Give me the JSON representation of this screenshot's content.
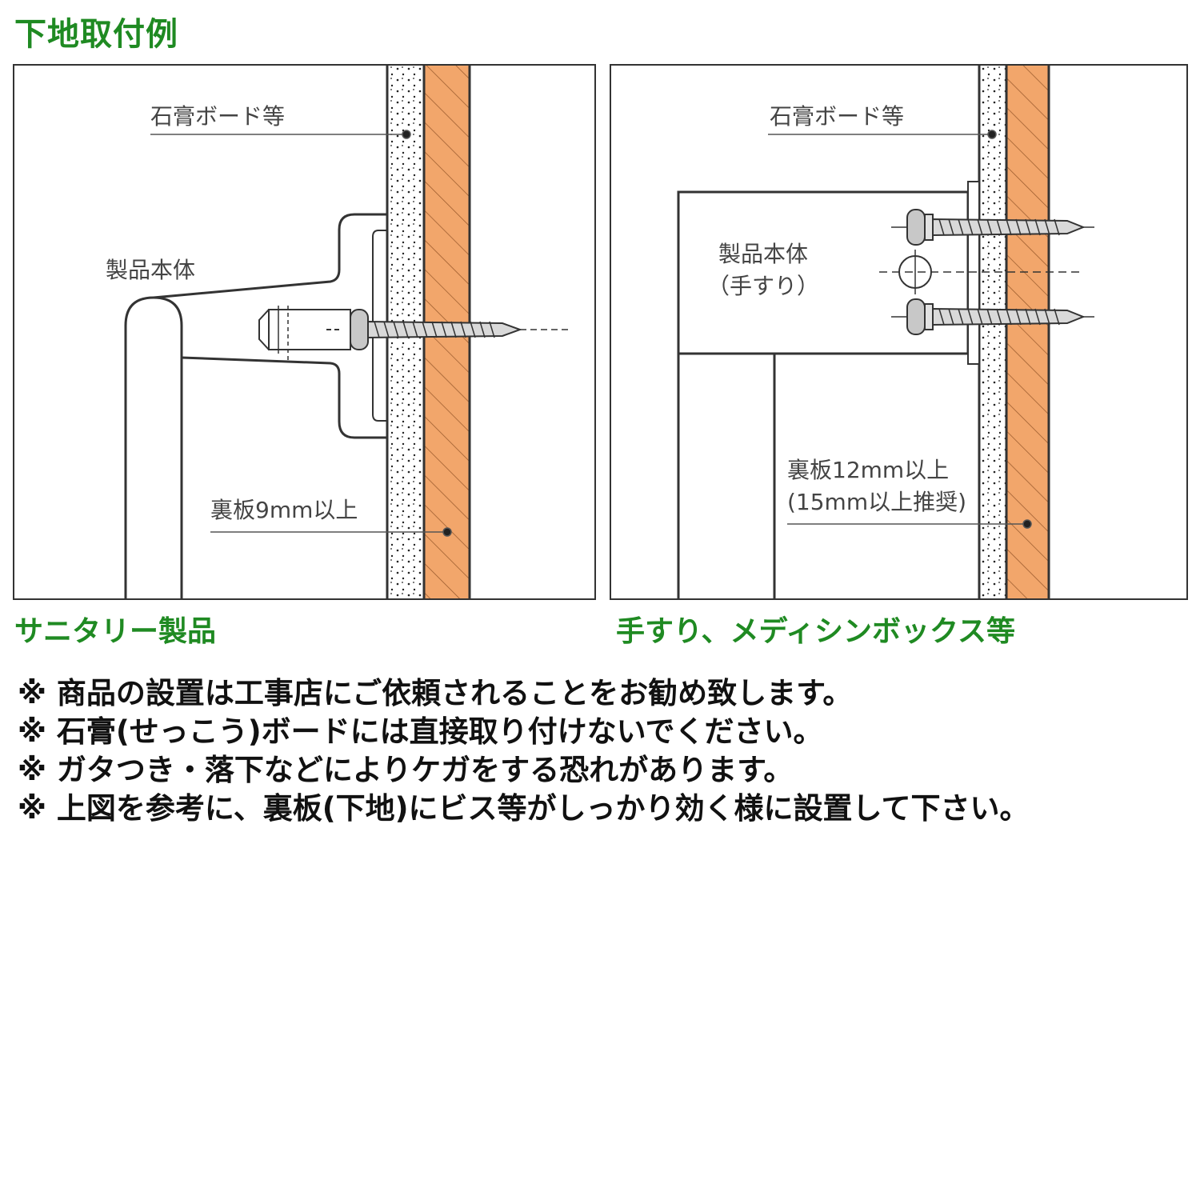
{
  "page_title": "下地取付例",
  "left_panel": {
    "gypsum_label": "石膏ボード等",
    "product_label": "製品本体",
    "backing_label": "裏板9mm以上",
    "caption": "サニタリー製品"
  },
  "right_panel": {
    "gypsum_label": "石膏ボード等",
    "product_label_1": "製品本体",
    "product_label_2": "（手すり）",
    "backing_label_1": "裏板12mm以上",
    "backing_label_2": "(15mm以上推奨)",
    "caption": "手すり、メディシンボックス等"
  },
  "notes": [
    "※ 商品の設置は工事店にご依頼されることをお勧め致します。",
    "※ 石膏(せっこう)ボードには直接取り付けないでください。",
    "※ ガタつき・落下などによりケガをする恐れがあります。",
    "※ 上図を参考に、裏板(下地)にビス等がしっかり効く様に設置して下さい。"
  ],
  "colors": {
    "accent_green": "#1f8a22",
    "wood_orange": "#f2a66b",
    "line": "#333333"
  }
}
